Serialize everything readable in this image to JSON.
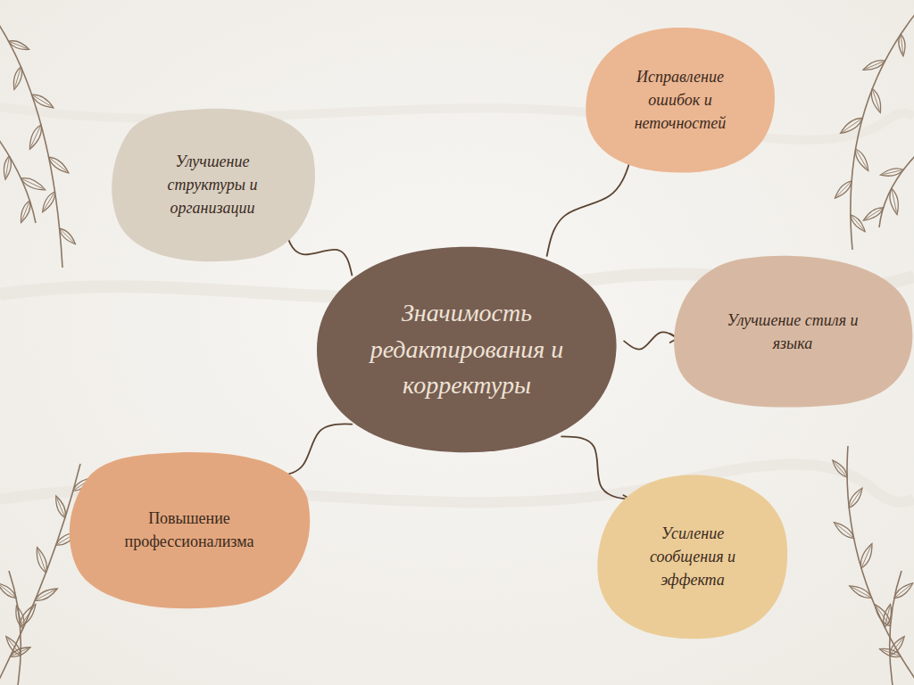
{
  "diagram": {
    "nodes": [
      {
        "text": [
          "Значимость редактирования и корректуры"
        ]
      },
      {
        "text": [
          "Улучшение структуры и организации"
        ]
      },
      {
        "text": [
          "Исправление ошибок и неточностей"
        ]
      },
      {
        "text": [
          "Улучшение стиля и языка"
        ]
      },
      {
        "text": [
          "Повышение профессионализма"
        ]
      },
      {
        "text": [
          "Усиление сообщения и эффекта"
        ]
      }
    ],
    "edges": [
      {
        "from": 0,
        "to": 1,
        "arrow": "to"
      },
      {
        "from": 0,
        "to": 2,
        "arrow": "to"
      },
      {
        "from": 0,
        "to": 3,
        "arrow": "to"
      },
      {
        "from": 0,
        "to": 4,
        "arrow": "to"
      },
      {
        "from": 0,
        "to": 5,
        "arrow": "to"
      }
    ]
  }
}
